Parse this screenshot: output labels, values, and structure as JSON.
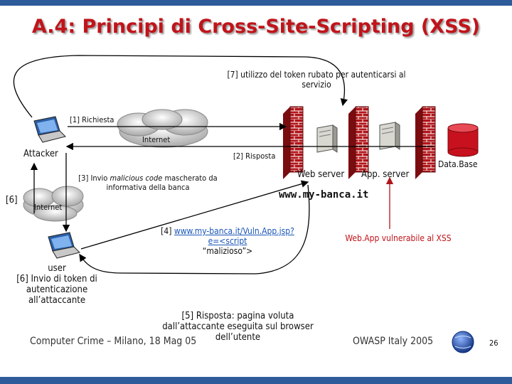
{
  "slide": {
    "title": "A.4: Principi di Cross-Site-Scripting (XSS)",
    "page_number": "26"
  },
  "labels": {
    "step7": "[7] utilizzo del token rubato per autenticarsi al servizio",
    "step1": "[1] Richiesta",
    "internet_top": "Internet",
    "attacker": "Attacker",
    "step2": "[2] Risposta",
    "database": "Data.Base",
    "step3_prefix": "[3] Invio ",
    "step3_italic": "malicious code",
    "step3_suffix": " mascherato da informativa della banca",
    "web_server": "Web server",
    "app_server": "App. server",
    "bank_url": "www.my-banca.it",
    "step6_tag": "[6]",
    "internet_bottom": "Internet",
    "step4_prefix": "[4] ",
    "step4_link": "www.my-banca.it/Vuln.App.jsp?e=<script",
    "step4_suffix": "“malizioso”>",
    "vuln_note": "Web.App vulnerabile al XSS",
    "user_block": "user\n[6] Invio di token di autenticazione all’attaccante",
    "step5": "[5] Risposta: pagina voluta dall’attaccante eseguita sul browser dell’utente"
  },
  "footer": {
    "left": "Computer Crime – Milano, 18 Mag 05",
    "right": "OWASP Italy 2005"
  },
  "colors": {
    "title": "#c0141a",
    "bar": "#2e5c9a",
    "firewall": "#b0151a",
    "database": "#c8111e",
    "link": "#1a55b8"
  },
  "icons": [
    "laptop-icon",
    "cloud-icon",
    "firewall-icon",
    "server-icon",
    "database-icon",
    "owasp-globe-icon"
  ]
}
